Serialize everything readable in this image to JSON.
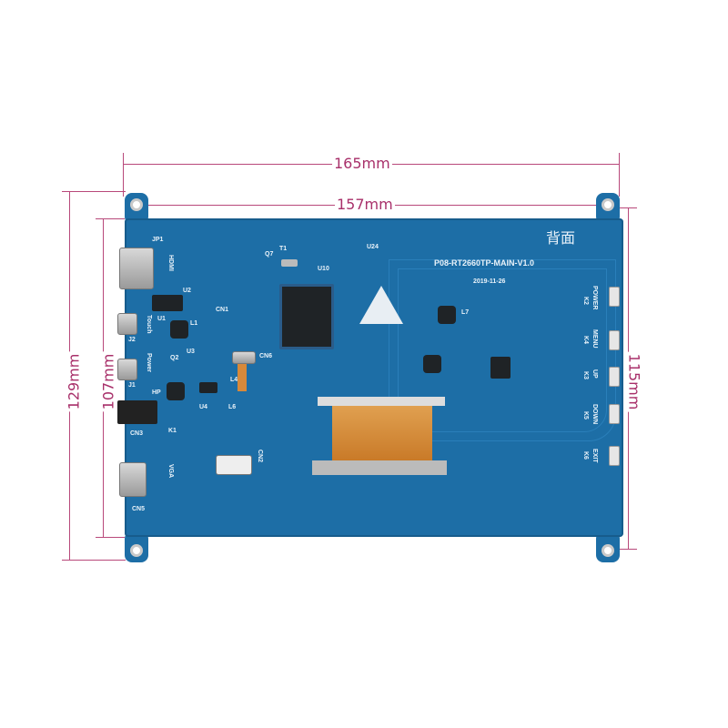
{
  "dimensions": {
    "outer_width": "165mm",
    "hole_width": "157mm",
    "outer_height": "129mm",
    "hole_height_left": "107mm",
    "hole_height_right": "115mm"
  },
  "colors": {
    "dimension_line": "#b8487a",
    "board": "#1d6ea6"
  },
  "board": {
    "side_label": "背面",
    "model": "P08-RT2660TP-MAIN-V1.0",
    "date": "2019-11-26",
    "left_labels": {
      "jp1": "JP1",
      "hdmi": "HDMI",
      "cn1": "CN1",
      "touch": "Touch",
      "j2": "J2",
      "power": "Power",
      "j1": "J1",
      "hp": "HP",
      "cn3": "CN3",
      "vga": "VGA",
      "cn5": "CN5",
      "cn6": "CN6",
      "u2": "U2",
      "u1": "U1",
      "l1": "L1",
      "u3": "U3",
      "q2": "Q2",
      "u4": "U4",
      "l4": "L4",
      "l6": "L6",
      "k1": "K1",
      "cn2": "CN2",
      "q7": "Q7",
      "t1": "T1",
      "u10": "U10",
      "u24": "U24",
      "l7": "L7"
    },
    "buttons": [
      {
        "label": "POWER",
        "ref": "K2"
      },
      {
        "label": "MENU",
        "ref": "K4"
      },
      {
        "label": "UP",
        "ref": "K3"
      },
      {
        "label": "DOWN",
        "ref": "K5"
      },
      {
        "label": "EXIT",
        "ref": "K6"
      }
    ]
  }
}
